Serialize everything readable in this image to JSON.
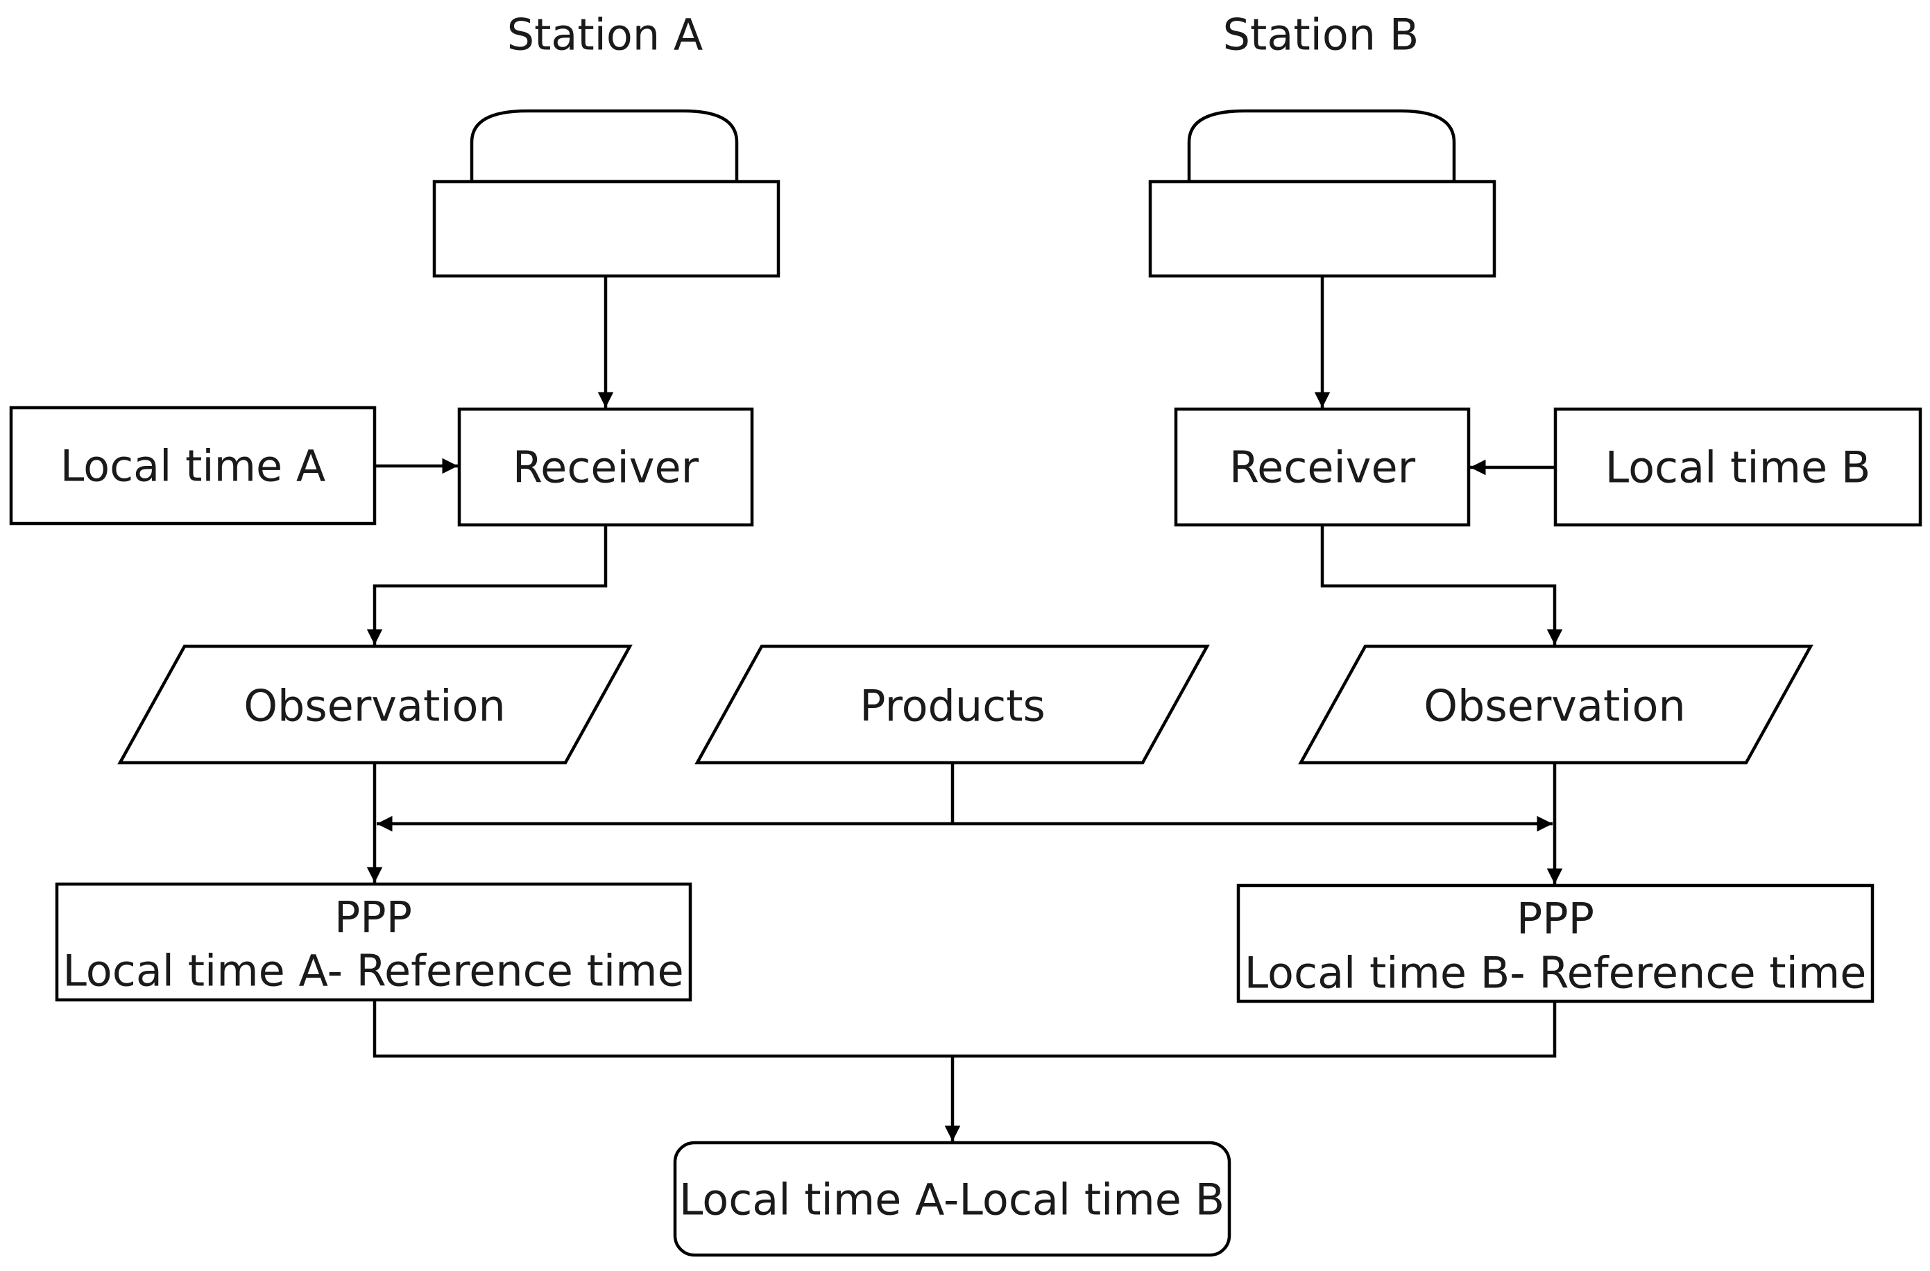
{
  "stations": {
    "a": {
      "title": "Station A",
      "local_time": "Local time A",
      "receiver": "Receiver",
      "observation": "Observation",
      "ppp_line1": "PPP",
      "ppp_line2": "Local time A- Reference time"
    },
    "b": {
      "title": "Station B",
      "local_time": "Local time B",
      "receiver": "Receiver",
      "observation": "Observation",
      "ppp_line1": "PPP",
      "ppp_line2": "Local time B- Reference time"
    }
  },
  "products": "Products",
  "result": "Local time A-Local time B"
}
